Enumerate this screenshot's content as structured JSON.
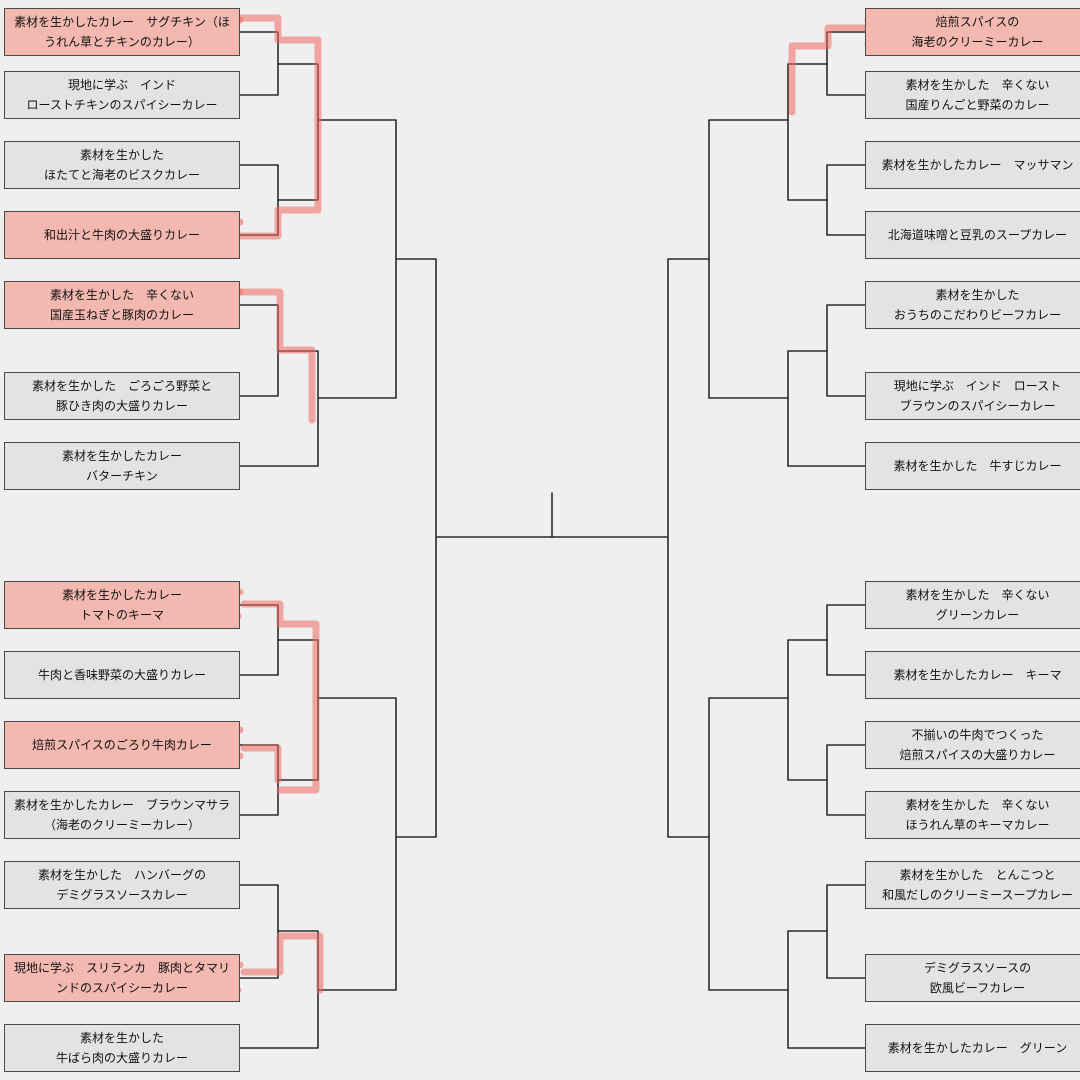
{
  "bracket": {
    "left": [
      {
        "lines": [
          "素材を生かしたカレー　サグチキン（ほ",
          "うれん草とチキンのカレー）"
        ],
        "highlighted": true
      },
      {
        "lines": [
          "現地に学ぶ　インド",
          "ローストチキンのスパイシーカレー"
        ],
        "highlighted": false
      },
      {
        "lines": [
          "素材を生かした",
          "ほたてと海老のビスクカレー"
        ],
        "highlighted": false
      },
      {
        "lines": [
          "和出汁と牛肉の大盛りカレー"
        ],
        "highlighted": true
      },
      {
        "lines": [
          "素材を生かした　辛くない",
          "国産玉ねぎと豚肉のカレー"
        ],
        "highlighted": true
      },
      {
        "lines": [
          "素材を生かした　ごろごろ野菜と",
          "豚ひき肉の大盛りカレー"
        ],
        "highlighted": false
      },
      {
        "lines": [
          "素材を生かしたカレー",
          "バターチキン"
        ],
        "highlighted": false
      },
      {
        "lines": [
          "素材を生かしたカレー",
          "トマトのキーマ"
        ],
        "highlighted": true
      },
      {
        "lines": [
          "牛肉と香味野菜の大盛りカレー"
        ],
        "highlighted": false
      },
      {
        "lines": [
          "焙煎スパイスのごろり牛肉カレー"
        ],
        "highlighted": true
      },
      {
        "lines": [
          "素材を生かしたカレー　ブラウンマサラ",
          "（海老のクリーミーカレー）"
        ],
        "highlighted": false
      },
      {
        "lines": [
          "素材を生かした　ハンバーグの",
          "デミグラスソースカレー"
        ],
        "highlighted": false
      },
      {
        "lines": [
          "現地に学ぶ　スリランカ　豚肉とタマリ",
          "ンドのスパイシーカレー"
        ],
        "highlighted": true
      },
      {
        "lines": [
          "素材を生かした",
          "牛ばら肉の大盛りカレー"
        ],
        "highlighted": false
      }
    ],
    "right": [
      {
        "lines": [
          "焙煎スパイスの",
          "海老のクリーミーカレー"
        ],
        "highlighted": true
      },
      {
        "lines": [
          "素材を生かした　辛くない",
          "国産りんごと野菜のカレー"
        ],
        "highlighted": false
      },
      {
        "lines": [
          "素材を生かしたカレー　マッサマン"
        ],
        "highlighted": false
      },
      {
        "lines": [
          "北海道味噌と豆乳のスープカレー"
        ],
        "highlighted": false
      },
      {
        "lines": [
          "素材を生かした",
          "おうちのこだわりビーフカレー"
        ],
        "highlighted": false
      },
      {
        "lines": [
          "現地に学ぶ　インド　ロースト",
          "ブラウンのスパイシーカレー"
        ],
        "highlighted": false
      },
      {
        "lines": [
          "素材を生かした　牛すじカレー"
        ],
        "highlighted": false
      },
      {
        "lines": [
          "素材を生かした　辛くない",
          "グリーンカレー"
        ],
        "highlighted": false
      },
      {
        "lines": [
          "素材を生かしたカレー　キーマ"
        ],
        "highlighted": false
      },
      {
        "lines": [
          "不揃いの牛肉でつくった",
          "焙煎スパイスの大盛りカレー"
        ],
        "highlighted": false
      },
      {
        "lines": [
          "素材を生かした　辛くない",
          "ほうれん草のキーマカレー"
        ],
        "highlighted": false
      },
      {
        "lines": [
          "素材を生かした　とんこつと",
          "和風だしのクリーミースープカレー"
        ],
        "highlighted": false
      },
      {
        "lines": [
          "デミグラスソースの",
          "欧風ビーフカレー"
        ],
        "highlighted": false
      },
      {
        "lines": [
          "素材を生かしたカレー　グリーン"
        ],
        "highlighted": false
      }
    ]
  },
  "colors": {
    "line": "#2b2b2b",
    "highlight_marker": "#f06a5e",
    "entry_fill": "#e3e3e3",
    "entry_highlight_fill": "#f3b8b0"
  }
}
